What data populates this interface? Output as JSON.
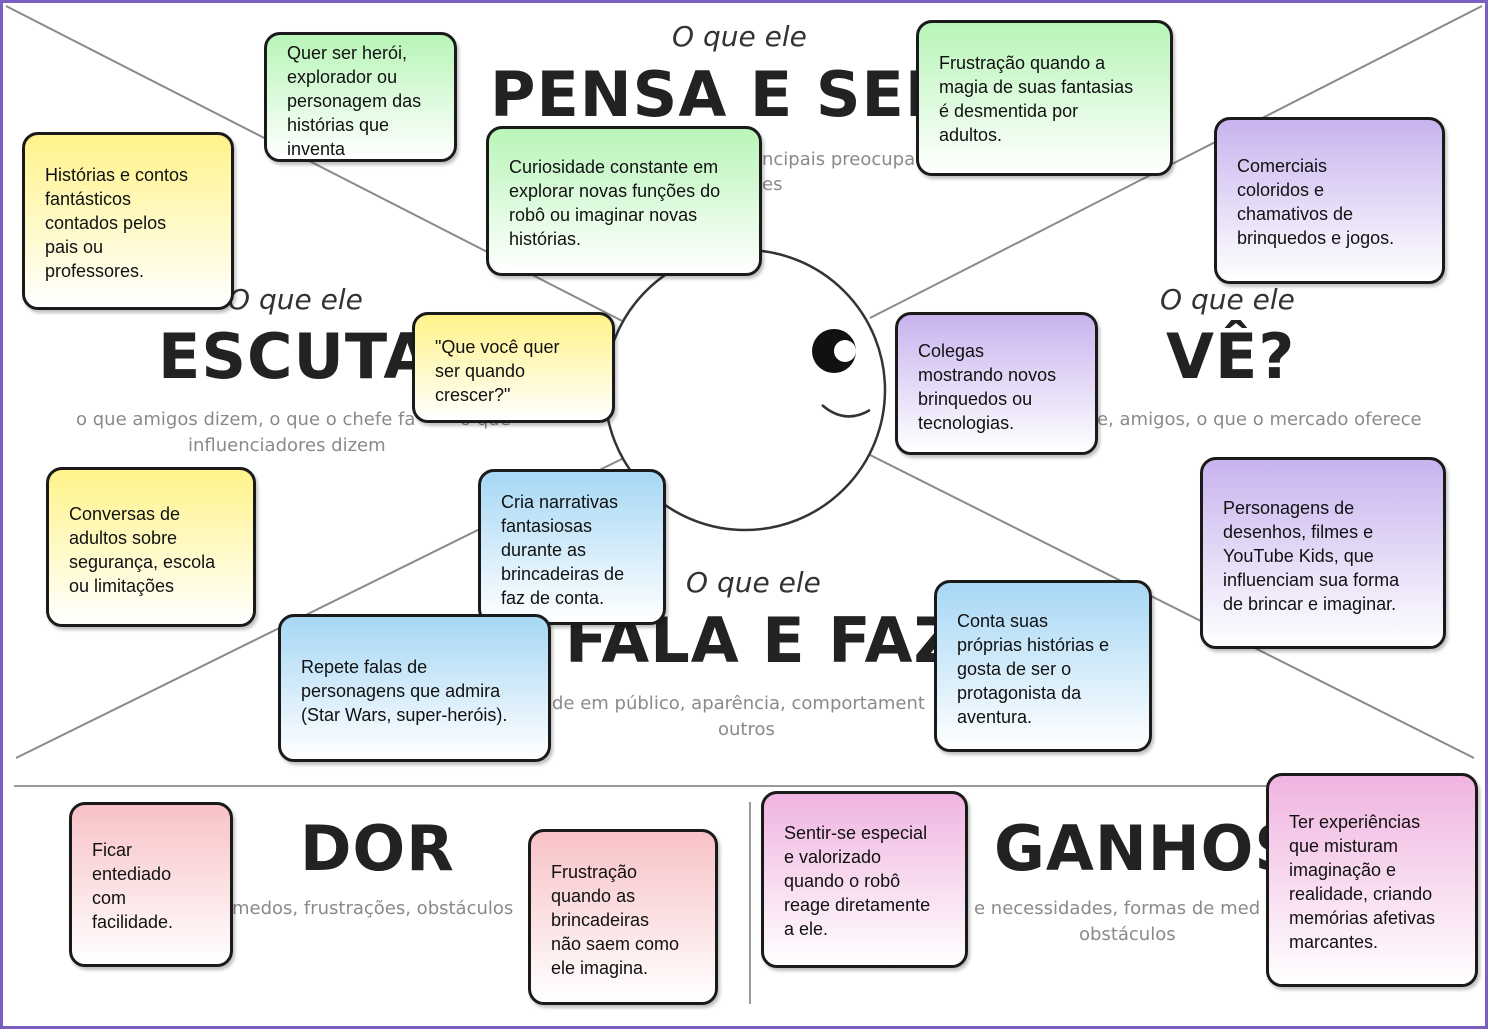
{
  "sections": {
    "pensa": {
      "small": "O que ele",
      "big": "PENSA E SENT",
      "sub": "ncipais preocupa",
      "sub2": "es"
    },
    "escuta": {
      "small": "O que ele",
      "big": "ESCUTA?",
      "sub": "o que amigos dizem, o que o chefe fa",
      "sub_tail": "o que",
      "sub2": "influenciadores dizem"
    },
    "ve": {
      "small": "O que ele",
      "big": "VÊ?",
      "sub": "e, amigos, o que o mercado oferece"
    },
    "fala": {
      "small": "O que ele",
      "big": "FALA E FAZ?",
      "sub": "de em público, aparência, comportament",
      "sub2": "outros"
    },
    "dor": {
      "big": "DOR",
      "sub": "medos, frustrações, obstáculos"
    },
    "ganhos": {
      "big": "GANHOS",
      "sub": "e necessidades, formas de med",
      "sub2": "obstáculos"
    }
  },
  "notes": {
    "heroi": "Quer ser herói,\nexplorador ou\npersonagem das\nhistórias que\ninventa",
    "frustracao_magia": "Frustração quando a\nmagia de suas fantasias\né desmentida por\nadultos.",
    "curiosidade": "Curiosidade constante em\nexplorar novas funções do\nrobô ou imaginar novas\nhistórias.",
    "historias": "Histórias e contos\nfantásticos\ncontados pelos\npais ou\nprofessores.",
    "comerciais": "Comerciais\ncoloridos e\nchamativos de\nbrinquedos e jogos.",
    "pergunta": "\"Que você quer\nser quando\ncrescer?\"",
    "colegas": "Colegas\nmostrando novos\nbrinquedos ou\ntecnologias.",
    "conversas": "Conversas de\nadultos sobre\nsegurança, escola\nou limitações",
    "narrativas": "Cria narrativas\nfantasiosas\ndurante as\nbrincadeiras de\nfaz de conta.",
    "personagens": "Personagens de\ndesenhos, filmes e\nYouTube Kids, que\ninfluenciam sua forma\nde brincar e imaginar.",
    "repete": "Repete falas de\npersonagens que admira\n(Star Wars, super-heróis).",
    "conta": "Conta suas\npróprias histórias e\ngosta de ser o\nprotagonista da\naventura.",
    "entediado": "Ficar\nentediado\ncom\nfacilidade.",
    "frustracao_brincadeiras": "Frustração\nquando as\nbrincadeiras\nnão saem como\nele imagina.",
    "especial": "Sentir-se especial\ne valorizado\nquando o robô\nreage diretamente\na ele.",
    "experiencias": "Ter experiências\nque misturam\nimaginação e\nrealidade, criando\nmemórias afetivas\nmarcantes."
  },
  "colors": {
    "frame": "#7a5fc0",
    "green": "#b8f5b8",
    "yellow": "#fff38a",
    "purple": "#c8b3ee",
    "blue": "#a6d7f5",
    "pink": "#f8c2c6",
    "violet": "#f0b4e0"
  }
}
